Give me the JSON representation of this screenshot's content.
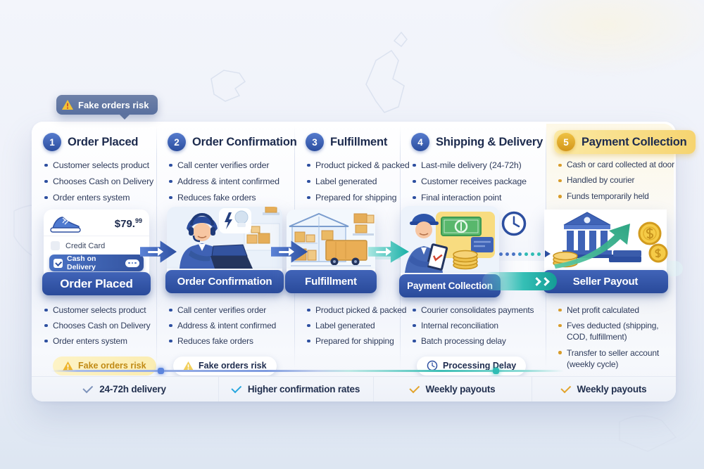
{
  "tooltip": {
    "label": "Fake orders risk"
  },
  "stages": [
    {
      "number": "1",
      "title": "Order Placed",
      "top_bullets": [
        "Customer selects product",
        "Chooses Cash on Delivery",
        "Order enters system"
      ],
      "card_label": "Order Placed",
      "bottom_bullets": [
        "Customer selects product",
        "Chooses Cash on Delivery",
        "Order enters system"
      ],
      "badge": {
        "label": "Fake orders risk"
      }
    },
    {
      "number": "2",
      "title": "Order Confirmation",
      "top_bullets": [
        "Call center verifies order",
        "Address & intent confirmed",
        "Reduces fake orders"
      ],
      "card_label": "Order Confirmation",
      "bottom_bullets": [
        "Call center verifies order",
        "Address & intent confirmed",
        "Reduces fake orders"
      ],
      "badge": {
        "label": "Fake orders risk"
      }
    },
    {
      "number": "3",
      "title": "Fulfillment",
      "top_bullets": [
        "Product picked & packed",
        "Label generated",
        "Prepared for shipping"
      ],
      "card_label": "Fulfillment",
      "bottom_bullets": [
        "Product picked & packed",
        "Label generated",
        "Prepared for shipping"
      ]
    },
    {
      "number": "4",
      "title": "Shipping & Delivery",
      "top_bullets": [
        "Last-mile delivery (24-72h)",
        "Customer receives package",
        "Final interaction point"
      ],
      "card_label": "Payment Collection",
      "bottom_bullets": [
        "Courier consolidates payments",
        "Internal reconciliation",
        "Batch processing delay"
      ],
      "badge": {
        "label": "Processing Delay"
      }
    },
    {
      "number": "5",
      "title": "Payment Collection",
      "top_bullets": [
        "Cash or card collected at door",
        "Handled by courier",
        "Funds temporarily held"
      ],
      "card_label": "Seller Payout",
      "bottom_bullets": [
        "Net profit calculated",
        "Fves deducted (shipping, COD, fulfillment)",
        "Transfer to seller account (weekly cycle)"
      ]
    }
  ],
  "product_card": {
    "price_main": "$79.",
    "price_sup": "99",
    "credit_label": "Credit Card",
    "cod_label": "Cash on Delivery"
  },
  "benefits": [
    "24-72h delivery",
    "Higher confirmation rates",
    "Weekly payouts",
    "Weekly payouts"
  ],
  "colors": {
    "primary_blue": "#2d4fa0",
    "arrow_blue": "#4a72c4",
    "teal": "#2fbcb4",
    "gold": "#e0a32e",
    "navy_text": "#1d2b4e",
    "yellow_highlight": "#f6d470"
  }
}
